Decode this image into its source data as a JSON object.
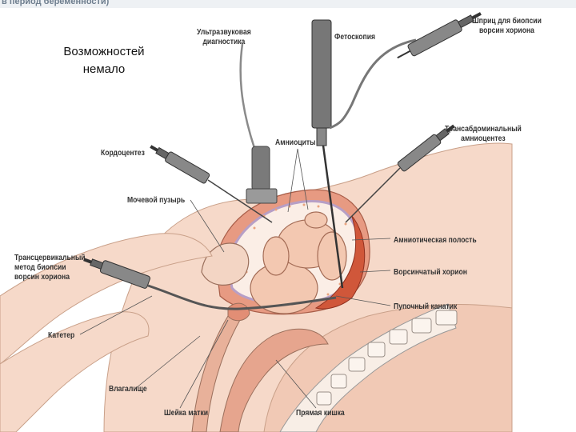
{
  "header": {
    "title": "в период беременности)"
  },
  "overlay_text": {
    "line1": "Возможностей",
    "line2": "немало"
  },
  "labels": {
    "ultrasound": [
      "Ультразвуковая",
      "диагностика"
    ],
    "fetoscopy": "Фетоскопия",
    "syringe_cvs": [
      "Шприц для биопсии",
      "ворсин хориона"
    ],
    "cordocentesis": "Кордоцентез",
    "amniocytes": "Амниоциты",
    "transabdominal": [
      "Трансабдоминальный",
      "амниоцентез"
    ],
    "bladder": "Мочевой пузырь",
    "amniotic_cavity": "Амниотическая полость",
    "chorion": "Ворсинчатый хорион",
    "transcervical": [
      "Трансцервикальный",
      "метод биопсии",
      "ворсин хориона"
    ],
    "umbilical_cord": "Пупочный канатик",
    "catheter": "Катетер",
    "vagina": "Влагалище",
    "cervix": "Шейка матки",
    "rectum": "Прямая кишка"
  },
  "colors": {
    "skin": "#f6d9c9",
    "tissue": "#eebfa6",
    "uterus_wall": "#e79a82",
    "placenta": "#d0573a",
    "amniotic": "#fbeee6",
    "membrane": "#b79fc6",
    "instrument": "#6e6e6e",
    "line": "#555555"
  }
}
